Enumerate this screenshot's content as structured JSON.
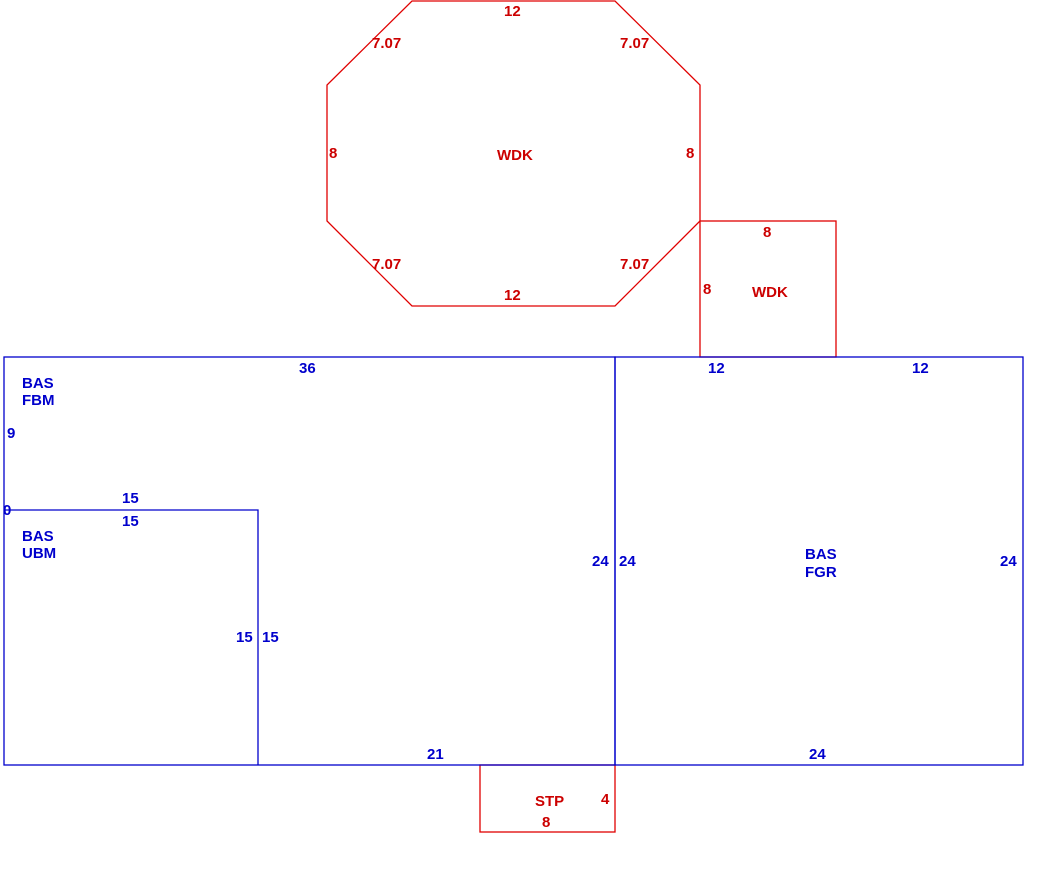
{
  "colors": {
    "living": "#0000cc",
    "exterior": "#e00000"
  },
  "areas": {
    "fbm": {
      "line1": "BAS",
      "line2": "FBM"
    },
    "ubm": {
      "line1": "BAS",
      "line2": "UBM"
    },
    "fgr": {
      "line1": "BAS",
      "line2": "FGR"
    },
    "wdk_octagon": {
      "label": "WDK"
    },
    "wdk_square": {
      "label": "WDK"
    },
    "stp": {
      "label": "STP"
    }
  },
  "dimensions": {
    "fbm_top": "36",
    "fbm_left_upper": "9",
    "fbm_left_lower": "0",
    "ubm_top_outer": "15",
    "ubm_top_inner": "15",
    "ubm_right_inner": "15",
    "ubm_right_outer": "15",
    "fbm_right": "24",
    "fbm_bottom": "21",
    "fgr_left": "24",
    "fgr_top_left": "12",
    "fgr_top_right": "12",
    "fgr_right": "24",
    "fgr_bottom": "24",
    "oct_top": "12",
    "oct_bottom": "12",
    "oct_diag_tl": "7.07",
    "oct_diag_tr": "7.07",
    "oct_diag_bl": "7.07",
    "oct_diag_br": "7.07",
    "oct_left": "8",
    "oct_right": "8",
    "sq_top": "8",
    "sq_left": "8",
    "stp_right": "4",
    "stp_bottom": "8"
  }
}
